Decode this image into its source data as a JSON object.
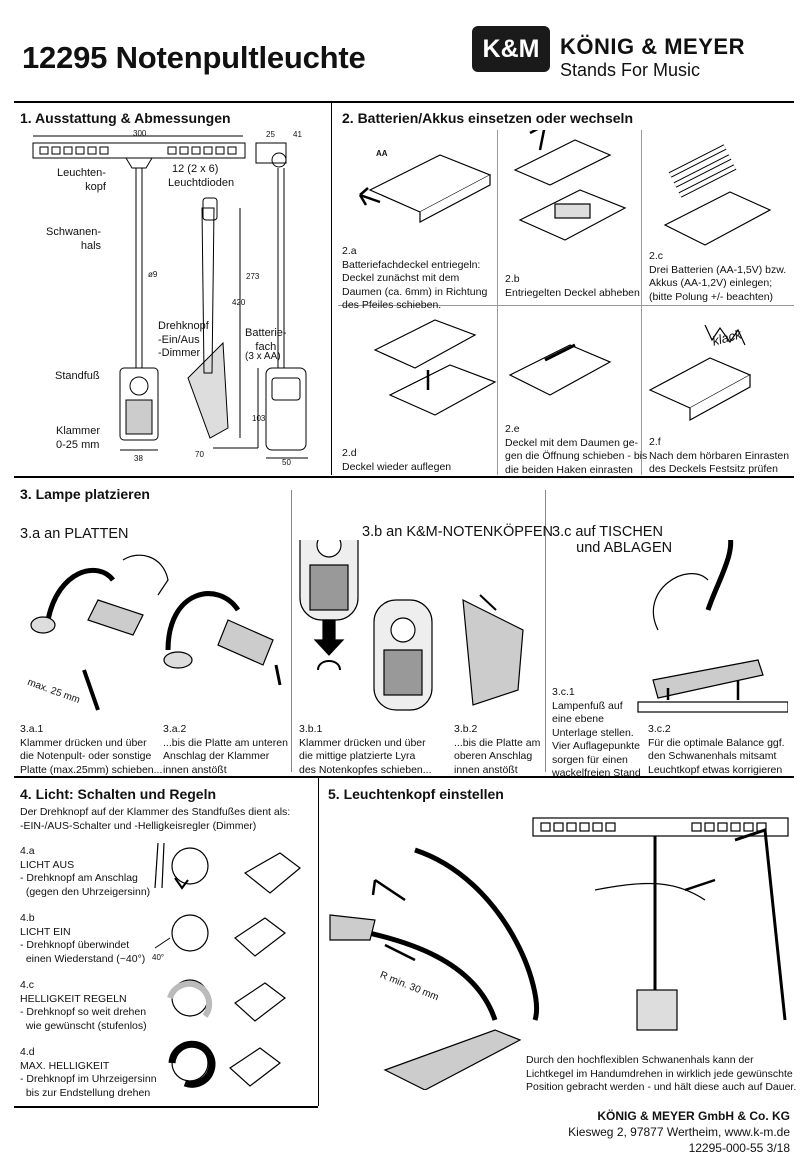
{
  "header": {
    "title": "12295 Notenpultleuchte",
    "logo": "K&M",
    "brand": "KÖNIG & MEYER",
    "tagline": "Stands For Music"
  },
  "s1": {
    "title": "1. Ausstattung & Abmessungen",
    "dims": {
      "w300": "300",
      "led": "12 (2 x 6)",
      "d25": "25",
      "d41": "41",
      "d9": "ø9",
      "d273": "273",
      "d420": "420",
      "d103": "103",
      "d38": "38",
      "d70": "70",
      "d50": "50"
    },
    "labels": {
      "kopf": "Leuchten-\nkopf",
      "dioden": "Leuchtdioden",
      "hals": "Schwanen-\nhals",
      "knopf": "Drehknopf\n-Ein/Aus\n-Dimmer",
      "fach": "Batterie-\nfach",
      "aa": "(3 x AA)",
      "fuss": "Standfuß",
      "klammer": "Klammer\n0-25 mm"
    }
  },
  "s2": {
    "title": "2. Batterien/Akkus einsetzen oder wechseln",
    "a": "2.a\nBatteriefachdeckel entriegeln:\nDeckel zunächst mit dem\nDaumen (ca. 6mm) in Richtung\ndes Pfeiles schieben.",
    "b": "2.b\nEntriegelten Deckel abheben",
    "c": "2.c\nDrei Batterien (AA-1,5V) bzw.\nAkkus (AA-1,2V) einlegen;\n(bitte Polung +/- beachten)",
    "d": "2.d\nDeckel wieder auflegen",
    "e": "2.e\nDeckel mit dem Daumen ge-\ngen die Öffnung schieben - bis\ndie beiden Haken einrasten",
    "f": "2.f\nNach dem hörbaren Einrasten\ndes Deckels Festsitz prüfen",
    "klack": "klack",
    "aa": "AA"
  },
  "s3": {
    "title": "3. Lampe platzieren",
    "a_head": "3.a an PLATTEN",
    "b_head": "3.b an K&M-NOTENKÖPFEN",
    "c_head": "3.c auf TISCHEN\n      und ABLAGEN",
    "max": "max. 25 mm",
    "a1": "3.a.1\nKlammer drücken und über\ndie Notenpult- oder sonstige\nPlatte (max.25mm) schieben...",
    "a2": "3.a.2\n...bis die Platte am unteren\nAnschlag der Klammer\ninnen anstößt",
    "b1": "3.b.1\nKlammer drücken und über\ndie mittige platzierte Lyra\ndes Notenkopfes schieben...",
    "b2": "3.b.2\n...bis die Platte am\noberen Anschlag\ninnen anstößt",
    "c1": "3.c.1\nLampenfuß auf\neine ebene\nUnterlage stellen.\nVier Auflagepunkte\nsorgen für einen\nwackelfreien Stand",
    "c2": "3.c.2\nFür die optimale Balance ggf.\nden Schwanenhals mitsamt\nLeuchtkopf etwas korrigieren"
  },
  "s4": {
    "title": "4. Licht: Schalten und Regeln",
    "intro": "Der Drehknopf auf der Klammer des Standfußes dient als:\n-EIN-/AUS-Schalter und -Helligkeisregler (Dimmer)",
    "a": "4.a\nLICHT AUS\n- Drehknopf am Anschlag\n  (gegen den Uhrzeigersinn)",
    "b": "4.b\nLICHT EIN\n- Drehknopf überwindet\n  einen Wiederstand (~40°)",
    "c": "4.c\nHELLIGKEIT REGELN\n- Drehknopf so weit drehen\n  wie gewünscht (stufenlos)",
    "d": "4.d\nMAX. HELLIGKEIT\n- Drehknopf im Uhrzeigersinn\n  bis zur Endstellung drehen",
    "deg": "40°"
  },
  "s5": {
    "title": "5. Leuchtenkopf einstellen",
    "radius": "R min. 30 mm",
    "text": "Durch den hochflexiblen Schwanenhals kann der\nLichtkegel im Handumdrehen in wirklich jede gewünschte\nPosition gebracht werden - und hält diese auch auf Dauer."
  },
  "footer": {
    "company": "KÖNIG & MEYER GmbH & Co. KG",
    "address": "Kiesweg 2, 97877 Wertheim, www.k-m.de",
    "code": "12295-000-55  3/18"
  }
}
